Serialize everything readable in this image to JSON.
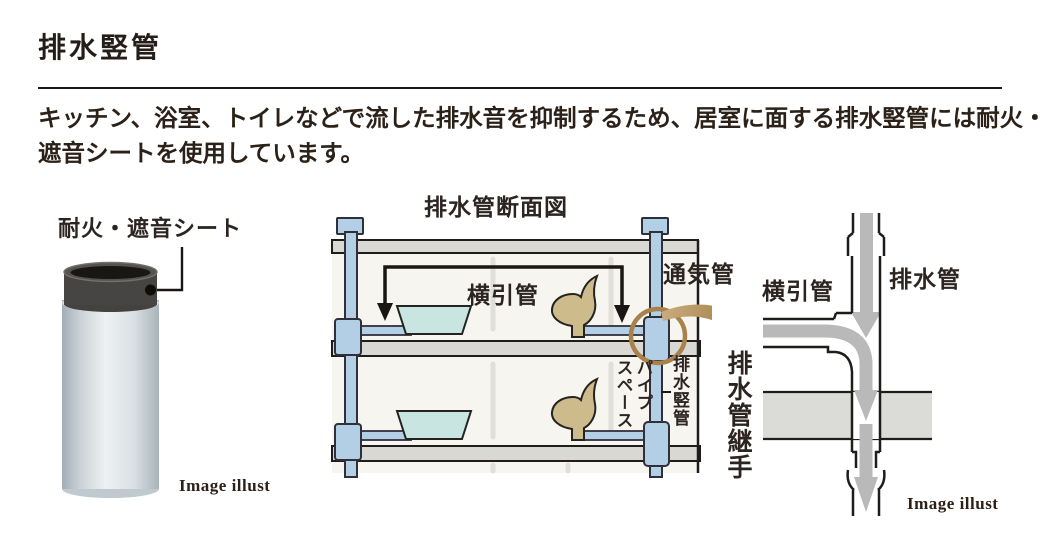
{
  "page": {
    "title": "排水竪管",
    "paragraph_line1": "キッチン、浴室、トイレなどで流した排水音を抑制するため、居室に面する排水竪管には耐火・",
    "paragraph_line2": "遮音シートを使用しています。"
  },
  "left_illustration": {
    "label": "耐火・遮音シート",
    "caption": "Image illust"
  },
  "cross_section": {
    "title": "排水管断面図",
    "labels": {
      "vent_pipe": "通気管",
      "horizontal_pipe": "横引管",
      "pipe_space_col1": "パイプ",
      "pipe_space_col2": "スペース",
      "drain_riser": "排水竪管",
      "drain_joint": "排水管継手"
    }
  },
  "detail_diagram": {
    "labels": {
      "horizontal_pipe": "横引管",
      "drain_pipe": "排水管"
    },
    "caption": "Image illust"
  },
  "colors": {
    "pipe_blue": "#b3cfe6",
    "slab_gray": "#d8d8d4",
    "room_bg": "#f7f5ef",
    "sink_cyan": "#c8e5e2",
    "toilet_tan": "#cdbb8c",
    "highlight_brown": "#a8824a",
    "flow_gray": "#b9b9b9",
    "ink": "#2b2420"
  }
}
